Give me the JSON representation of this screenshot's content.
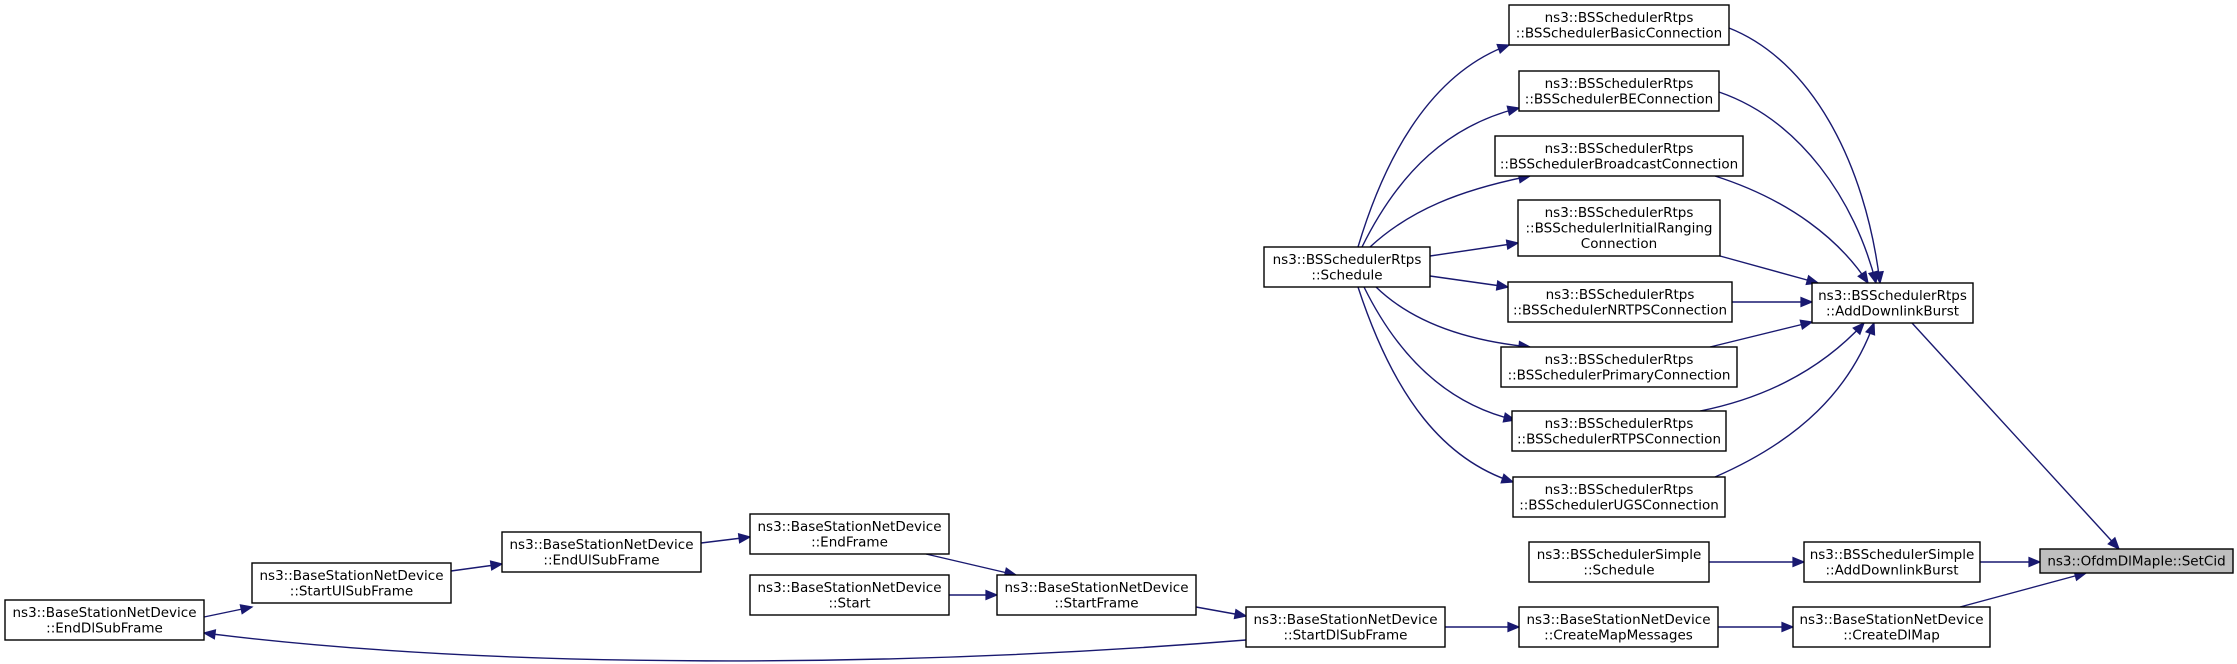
{
  "diagram": {
    "colors": {
      "edge": "#191970",
      "node_border": "#000000",
      "node_fill": "#ffffff",
      "highlight_fill": "#bfbfbf"
    },
    "nodes": [
      {
        "id": "setcid",
        "lines": [
          "ns3::OfdmDlMapIe::SetCid"
        ],
        "highlight": true
      },
      {
        "id": "rtps_addburst",
        "lines": [
          "ns3::BSSchedulerRtps",
          "::AddDownlinkBurst"
        ]
      },
      {
        "id": "simple_addburst",
        "lines": [
          "ns3::BSSchedulerSimple",
          "::AddDownlinkBurst"
        ]
      },
      {
        "id": "createdlmap",
        "lines": [
          "ns3::BaseStationNetDevice",
          "::CreateDlMap"
        ]
      },
      {
        "id": "basic_conn",
        "lines": [
          "ns3::BSSchedulerRtps",
          "::BSSchedulerBasicConnection"
        ]
      },
      {
        "id": "be_conn",
        "lines": [
          "ns3::BSSchedulerRtps",
          "::BSSchedulerBEConnection"
        ]
      },
      {
        "id": "broadcast_conn",
        "lines": [
          "ns3::BSSchedulerRtps",
          "::BSSchedulerBroadcastConnection"
        ]
      },
      {
        "id": "ranging_conn",
        "lines": [
          "ns3::BSSchedulerRtps",
          "::BSSchedulerInitialRanging",
          "Connection"
        ]
      },
      {
        "id": "nrtps_conn",
        "lines": [
          "ns3::BSSchedulerRtps",
          "::BSSchedulerNRTPSConnection"
        ]
      },
      {
        "id": "primary_conn",
        "lines": [
          "ns3::BSSchedulerRtps",
          "::BSSchedulerPrimaryConnection"
        ]
      },
      {
        "id": "rtps_conn",
        "lines": [
          "ns3::BSSchedulerRtps",
          "::BSSchedulerRTPSConnection"
        ]
      },
      {
        "id": "ugs_conn",
        "lines": [
          "ns3::BSSchedulerRtps",
          "::BSSchedulerUGSConnection"
        ]
      },
      {
        "id": "rtps_schedule",
        "lines": [
          "ns3::BSSchedulerRtps",
          "::Schedule"
        ]
      },
      {
        "id": "simple_schedule",
        "lines": [
          "ns3::BSSchedulerSimple",
          "::Schedule"
        ]
      },
      {
        "id": "createmapmsgs",
        "lines": [
          "ns3::BaseStationNetDevice",
          "::CreateMapMessages"
        ]
      },
      {
        "id": "startdlsub",
        "lines": [
          "ns3::BaseStationNetDevice",
          "::StartDlSubFrame"
        ]
      },
      {
        "id": "startframe",
        "lines": [
          "ns3::BaseStationNetDevice",
          "::StartFrame"
        ]
      },
      {
        "id": "endframe",
        "lines": [
          "ns3::BaseStationNetDevice",
          "::EndFrame"
        ]
      },
      {
        "id": "start",
        "lines": [
          "ns3::BaseStationNetDevice",
          "::Start"
        ]
      },
      {
        "id": "endulsub",
        "lines": [
          "ns3::BaseStationNetDevice",
          "::EndUlSubFrame"
        ]
      },
      {
        "id": "startulsub",
        "lines": [
          "ns3::BaseStationNetDevice",
          "::StartUlSubFrame"
        ]
      },
      {
        "id": "enddlsub",
        "lines": [
          "ns3::BaseStationNetDevice",
          "::EndDlSubFrame"
        ]
      }
    ],
    "edges": [
      {
        "from": "rtps_addburst",
        "to": "setcid"
      },
      {
        "from": "simple_addburst",
        "to": "setcid"
      },
      {
        "from": "createdlmap",
        "to": "setcid"
      },
      {
        "from": "basic_conn",
        "to": "rtps_addburst"
      },
      {
        "from": "be_conn",
        "to": "rtps_addburst"
      },
      {
        "from": "broadcast_conn",
        "to": "rtps_addburst"
      },
      {
        "from": "ranging_conn",
        "to": "rtps_addburst"
      },
      {
        "from": "nrtps_conn",
        "to": "rtps_addburst"
      },
      {
        "from": "primary_conn",
        "to": "rtps_addburst"
      },
      {
        "from": "rtps_conn",
        "to": "rtps_addburst"
      },
      {
        "from": "ugs_conn",
        "to": "rtps_addburst"
      },
      {
        "from": "rtps_schedule",
        "to": "basic_conn"
      },
      {
        "from": "rtps_schedule",
        "to": "be_conn"
      },
      {
        "from": "rtps_schedule",
        "to": "broadcast_conn"
      },
      {
        "from": "rtps_schedule",
        "to": "ranging_conn"
      },
      {
        "from": "rtps_schedule",
        "to": "nrtps_conn"
      },
      {
        "from": "rtps_schedule",
        "to": "primary_conn"
      },
      {
        "from": "rtps_schedule",
        "to": "rtps_conn"
      },
      {
        "from": "rtps_schedule",
        "to": "ugs_conn"
      },
      {
        "from": "simple_schedule",
        "to": "simple_addburst"
      },
      {
        "from": "createmapmsgs",
        "to": "createdlmap"
      },
      {
        "from": "startdlsub",
        "to": "createmapmsgs"
      },
      {
        "from": "startframe",
        "to": "startdlsub"
      },
      {
        "from": "endframe",
        "to": "startframe"
      },
      {
        "from": "start",
        "to": "startframe"
      },
      {
        "from": "endulsub",
        "to": "endframe"
      },
      {
        "from": "startulsub",
        "to": "endulsub"
      },
      {
        "from": "enddlsub",
        "to": "startulsub"
      },
      {
        "from": "startdlsub",
        "to": "enddlsub"
      }
    ]
  }
}
